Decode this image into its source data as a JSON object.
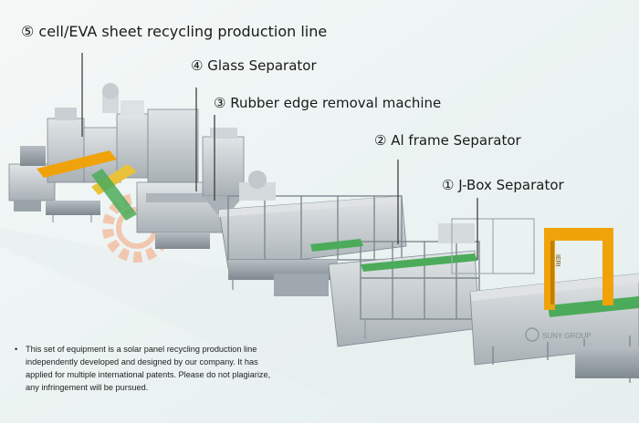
{
  "labels": {
    "l5": "⑤ cell/EVA sheet recycling production line",
    "l4": "④ Glass Separator",
    "l3": "③ Rubber edge removal machine",
    "l2": "② Al frame Separator",
    "l1": "① J-Box Separator"
  },
  "note": {
    "bullet": "•",
    "lines": [
      "This set of equipment is a solar panel recycling production line",
      "independently developed and designed by our company. It has",
      "applied for multiple international patents. Please do not plagiarize,",
      "any infringement will be pursued."
    ]
  },
  "logo": {
    "text": "SUNY GROUP"
  },
  "frame_mark": "IERI",
  "colors": {
    "background": "#eef5f4",
    "machine": "#c9cfd2",
    "frame": "#8f9aa1",
    "accent_yellow": "#f0a20a",
    "conveyor_green": "#4cab5a",
    "gear": "#f5a37a"
  }
}
